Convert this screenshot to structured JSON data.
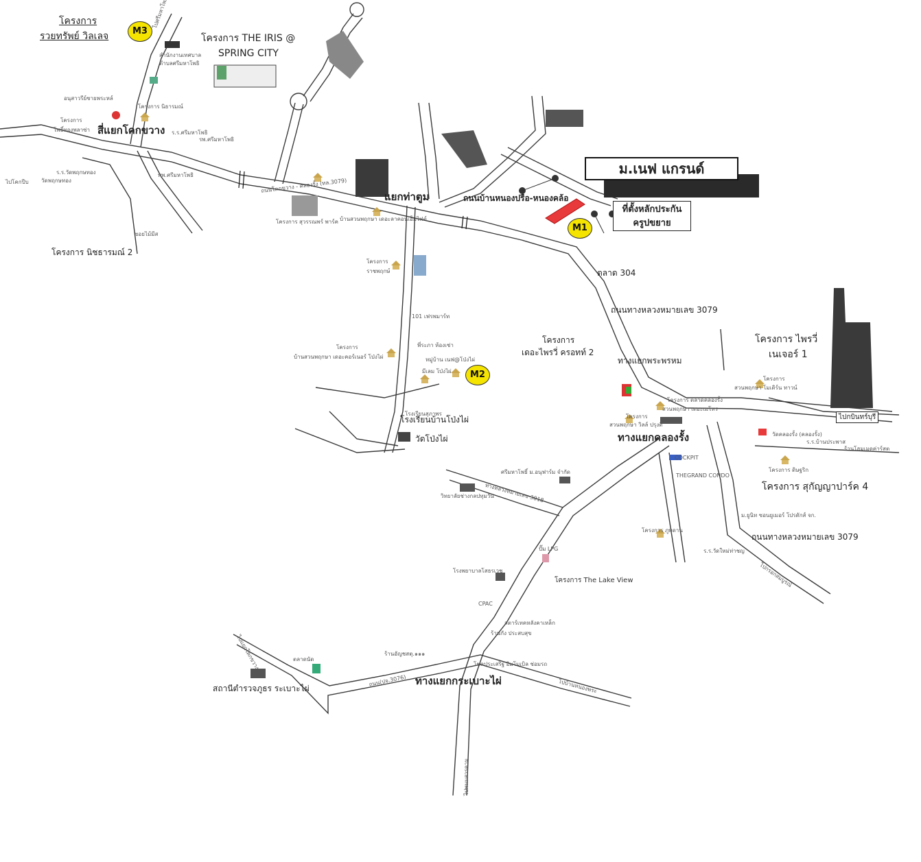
{
  "title": "ม.เนฟ แกรนด์",
  "marker_box": [
    "ที่ตั้งหลักประกัน",
    "ครูปขยาย"
  ],
  "badges": [
    "M1",
    "M2",
    "M3"
  ],
  "big_labels": {
    "project_rayap": [
      "โครงการ",
      "รวยทรัพย์ วิลเลจ"
    ],
    "iris": [
      "โครงการ THE IRIS @",
      "SPRING CITY"
    ],
    "si_yaek": "สี่แยกโคกขวาง",
    "yaek_tha_tum": "แยกท่าตูม",
    "road_nong_pru": "ถนนบ้านหนองปรือ-หนองคล้อ",
    "talat_304": "ตลาด 304",
    "highway_3079": "ถนนทางหลวงหมายเลข 3079",
    "proj_prive": [
      "โครงการ ไพรวี่",
      "เนเจอร์ 1"
    ],
    "proj_prive_2": [
      "โครงการ",
      "เดอะไพรวี่ ครอทท์ 2"
    ],
    "junction_prapom": "ทางแยกพระพรหม",
    "junction_khlong_rang": "ทางแยกคลองรั้ง",
    "proj_sukanya": "โครงการ สุกัญญาปาร์ค 4",
    "highway_3079b": "ถนนทางหลวงหมายเลข 3079",
    "junction_kabao_phai": "ทางแยกกระเบาะไผ่",
    "police": "สถานีตำรวจภูธร ระเบาะไผ่",
    "school_ban_pong": "โรงเรียนบ้านโป่งไผ่",
    "wat_pong": "วัดโป่งไผ่",
    "proj_nit_2": "โครงการ นิชธารมณ์ 2",
    "proj_the_lake": "โครงการ The Lake View"
  },
  "small_labels": {
    "office_muni": [
      "สำนักงานเทศบาล",
      "ตำบลศรีมหาโพธิ"
    ],
    "statue": "อนุสาวรีย์ชายพระหล์",
    "proj_nitharom": "โครงการ นิธารมณ์",
    "proj_phothi": [
      "โครงการ",
      "โพธิ์ทองพลาซ่า"
    ],
    "school_sri": "ร.ร.ศรีมหาโพธิ",
    "hosp_sri": "รพ.ศรีมหาโพธิ",
    "wat_phut": [
      "ร.ร.วัดพฤกษทอง",
      "วัดพฤกษทอง"
    ],
    "phon_sri": "พพ.ศรีมหาโพธิ",
    "to_khok_pip": "ไปโคกปีบ",
    "road_kokkhwang": "ถนนโคกขวาง - คลองรั้ง (ทล.3079)",
    "proj_suwan": "โครงการ สุวรรณพร์ พาร์ค",
    "proj_ban_suan": "บ้านสวนพฤกษา เดอะลาคอนเอ็มไฟต์",
    "to_sri_maha": "ไปศรีมหาโพธิ",
    "soi_mai": "ซอยไม้มีส",
    "proj_ratch": [
      "โครงการ",
      "ราชพฤกษ์"
    ],
    "villa_101": "101 เฟรพมาร์ท",
    "phra": "พี่ระภา ห้องเช่า",
    "proj_suan_pruk": [
      "โครงการ",
      "บ้านสวนพฤกษา เดอะคอร์เนอร์ โป่งไผ่"
    ],
    "nef_pong": "หมู่บ้าน เนฟ@โป่งไผ่",
    "milan": "มีเลม โป่งไผ่",
    "school_market": "โรงเรียนสุภาพร",
    "proj_tower": "โครงการ ตลาดคลองรั้ง",
    "proj_suan": "สวนพฤกษา เดอะเมโทร",
    "proj_suan2": [
      "โครงการ",
      "สวนพฤกษา วิลล์ ปรุงดี"
    ],
    "proj_suan3": [
      "โครงการ",
      "สวนพฤกษา โมเดิร์น ทาวน์"
    ],
    "to_kabinburi": "ไปกบินทร์บุรี",
    "wat_khlong": "วัดคลองรั้ง (คลองรั้ง)",
    "school_prachasat": "ร.ร.บ้านประพาส",
    "shop": "ร้านโฮมเมดค่าร์สต",
    "proj_sitthi": "โครงการ ดิษฐริก",
    "cockpit": "COCKPIT",
    "grand_condo": "THEGRAND CONDO",
    "mp_supply": "ม.ยูนิท ซอนยูเมอร์ โปรดักส์ จก.",
    "school_wat_mai": "ร.ร.วัดใหม่ท่าชญ",
    "to_rotsa": "ไปกรอกสมบูรณ์",
    "lpg": "ปั๊ม LPG",
    "hospital": "โรงพยาบาลโสธรเวช",
    "cpac": "CPAC",
    "sawat": "สตาร์เทคหลังคาเหล็ก",
    "market": "ตลาดนัด",
    "shop2": "ร้านอัญชสตุ.๑๑๑",
    "to_nong_phai": "ไปบ้านหนองพระ",
    "to_phanom": "ไปพนมสารคาม",
    "to_khok_khwang": "ไปแยกโคกขวาง",
    "road_3076": "ถนน(ปจ.3076)",
    "proj_pusak": "โครงการ ภูพุดาน",
    "thanon_301": "ทางหลวงหมายเลข 3018",
    "tech_ban": "วิทยาลัยช่างกลปทุมวัน",
    "sri_chan": "ศรีมหาโพธิ์ ม.อนุฟาร์ม จำกัด",
    "prasert": "ร้านกัง ประสบสุข",
    "chok": "โชคประเสริฐ อิมโมเบิล ช่อมรถ"
  },
  "colors": {
    "road": "#3a3a3a",
    "badge": "#f5e400",
    "plot": "#e8393b",
    "house": "#c9a54d",
    "dark_block": "#2a2a2a"
  }
}
